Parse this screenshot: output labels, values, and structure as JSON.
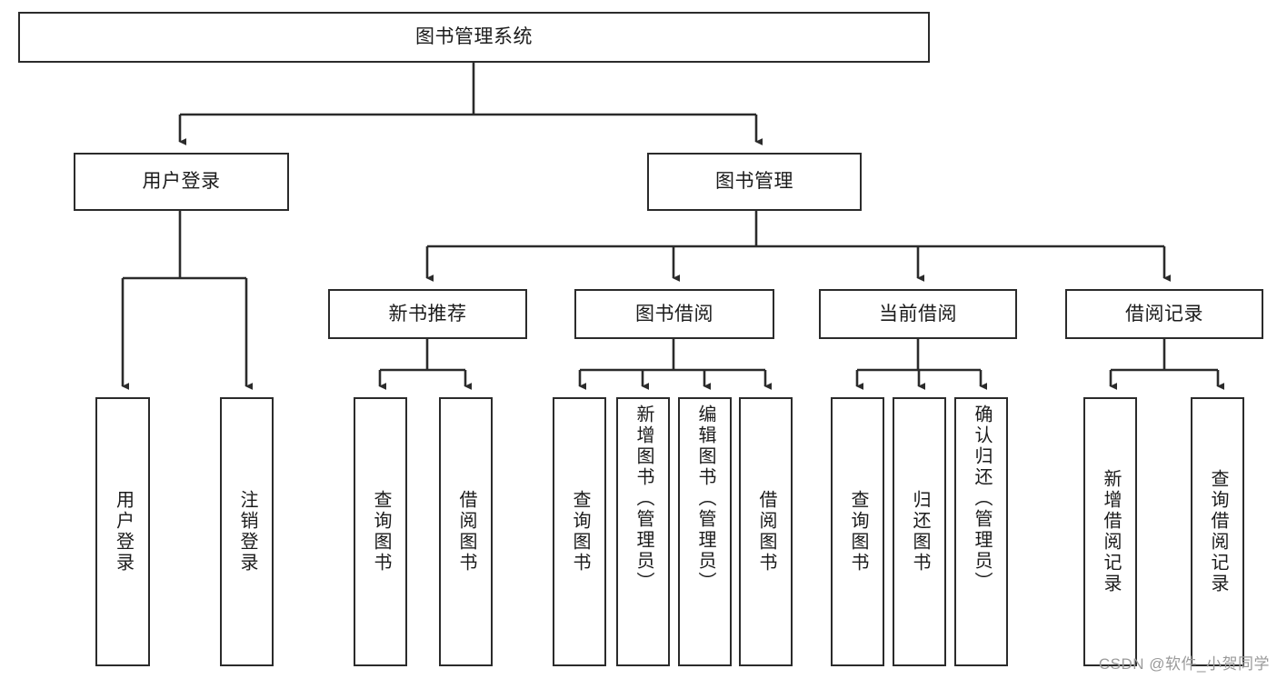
{
  "diagram": {
    "type": "tree",
    "title": "图书管理系统",
    "watermark": "CSDN @软件_小贺同学",
    "colors": {
      "box_border": "#2b2b2b",
      "box_fill": "#ffffff",
      "connector": "#2b2b2b",
      "text": "#1b1b1b",
      "watermark": "#9a9a9a"
    },
    "levels": {
      "root": {
        "label": "图书管理系统"
      },
      "level2": [
        {
          "label": "用户登录"
        },
        {
          "label": "图书管理"
        }
      ],
      "level3": [
        {
          "label": "新书推荐"
        },
        {
          "label": "图书借阅"
        },
        {
          "label": "当前借阅"
        },
        {
          "label": "借阅记录"
        }
      ],
      "leaves": {
        "user_login": [
          {
            "label": "用户登录"
          },
          {
            "label": "注销登录"
          }
        ],
        "new_book_recommend": [
          {
            "label": "查询图书"
          },
          {
            "label": "借阅图书"
          }
        ],
        "book_borrow": [
          {
            "label": "查询图书"
          },
          {
            "label": "新增图书（管理员）"
          },
          {
            "label": "编辑图书（管理员）"
          },
          {
            "label": "借阅图书"
          }
        ],
        "current_borrow": [
          {
            "label": "查询图书"
          },
          {
            "label": "归还图书"
          },
          {
            "label": "确认归还（管理员）"
          }
        ],
        "borrow_record": [
          {
            "label": "新增借阅记录"
          },
          {
            "label": "查询借阅记录"
          }
        ]
      }
    }
  }
}
